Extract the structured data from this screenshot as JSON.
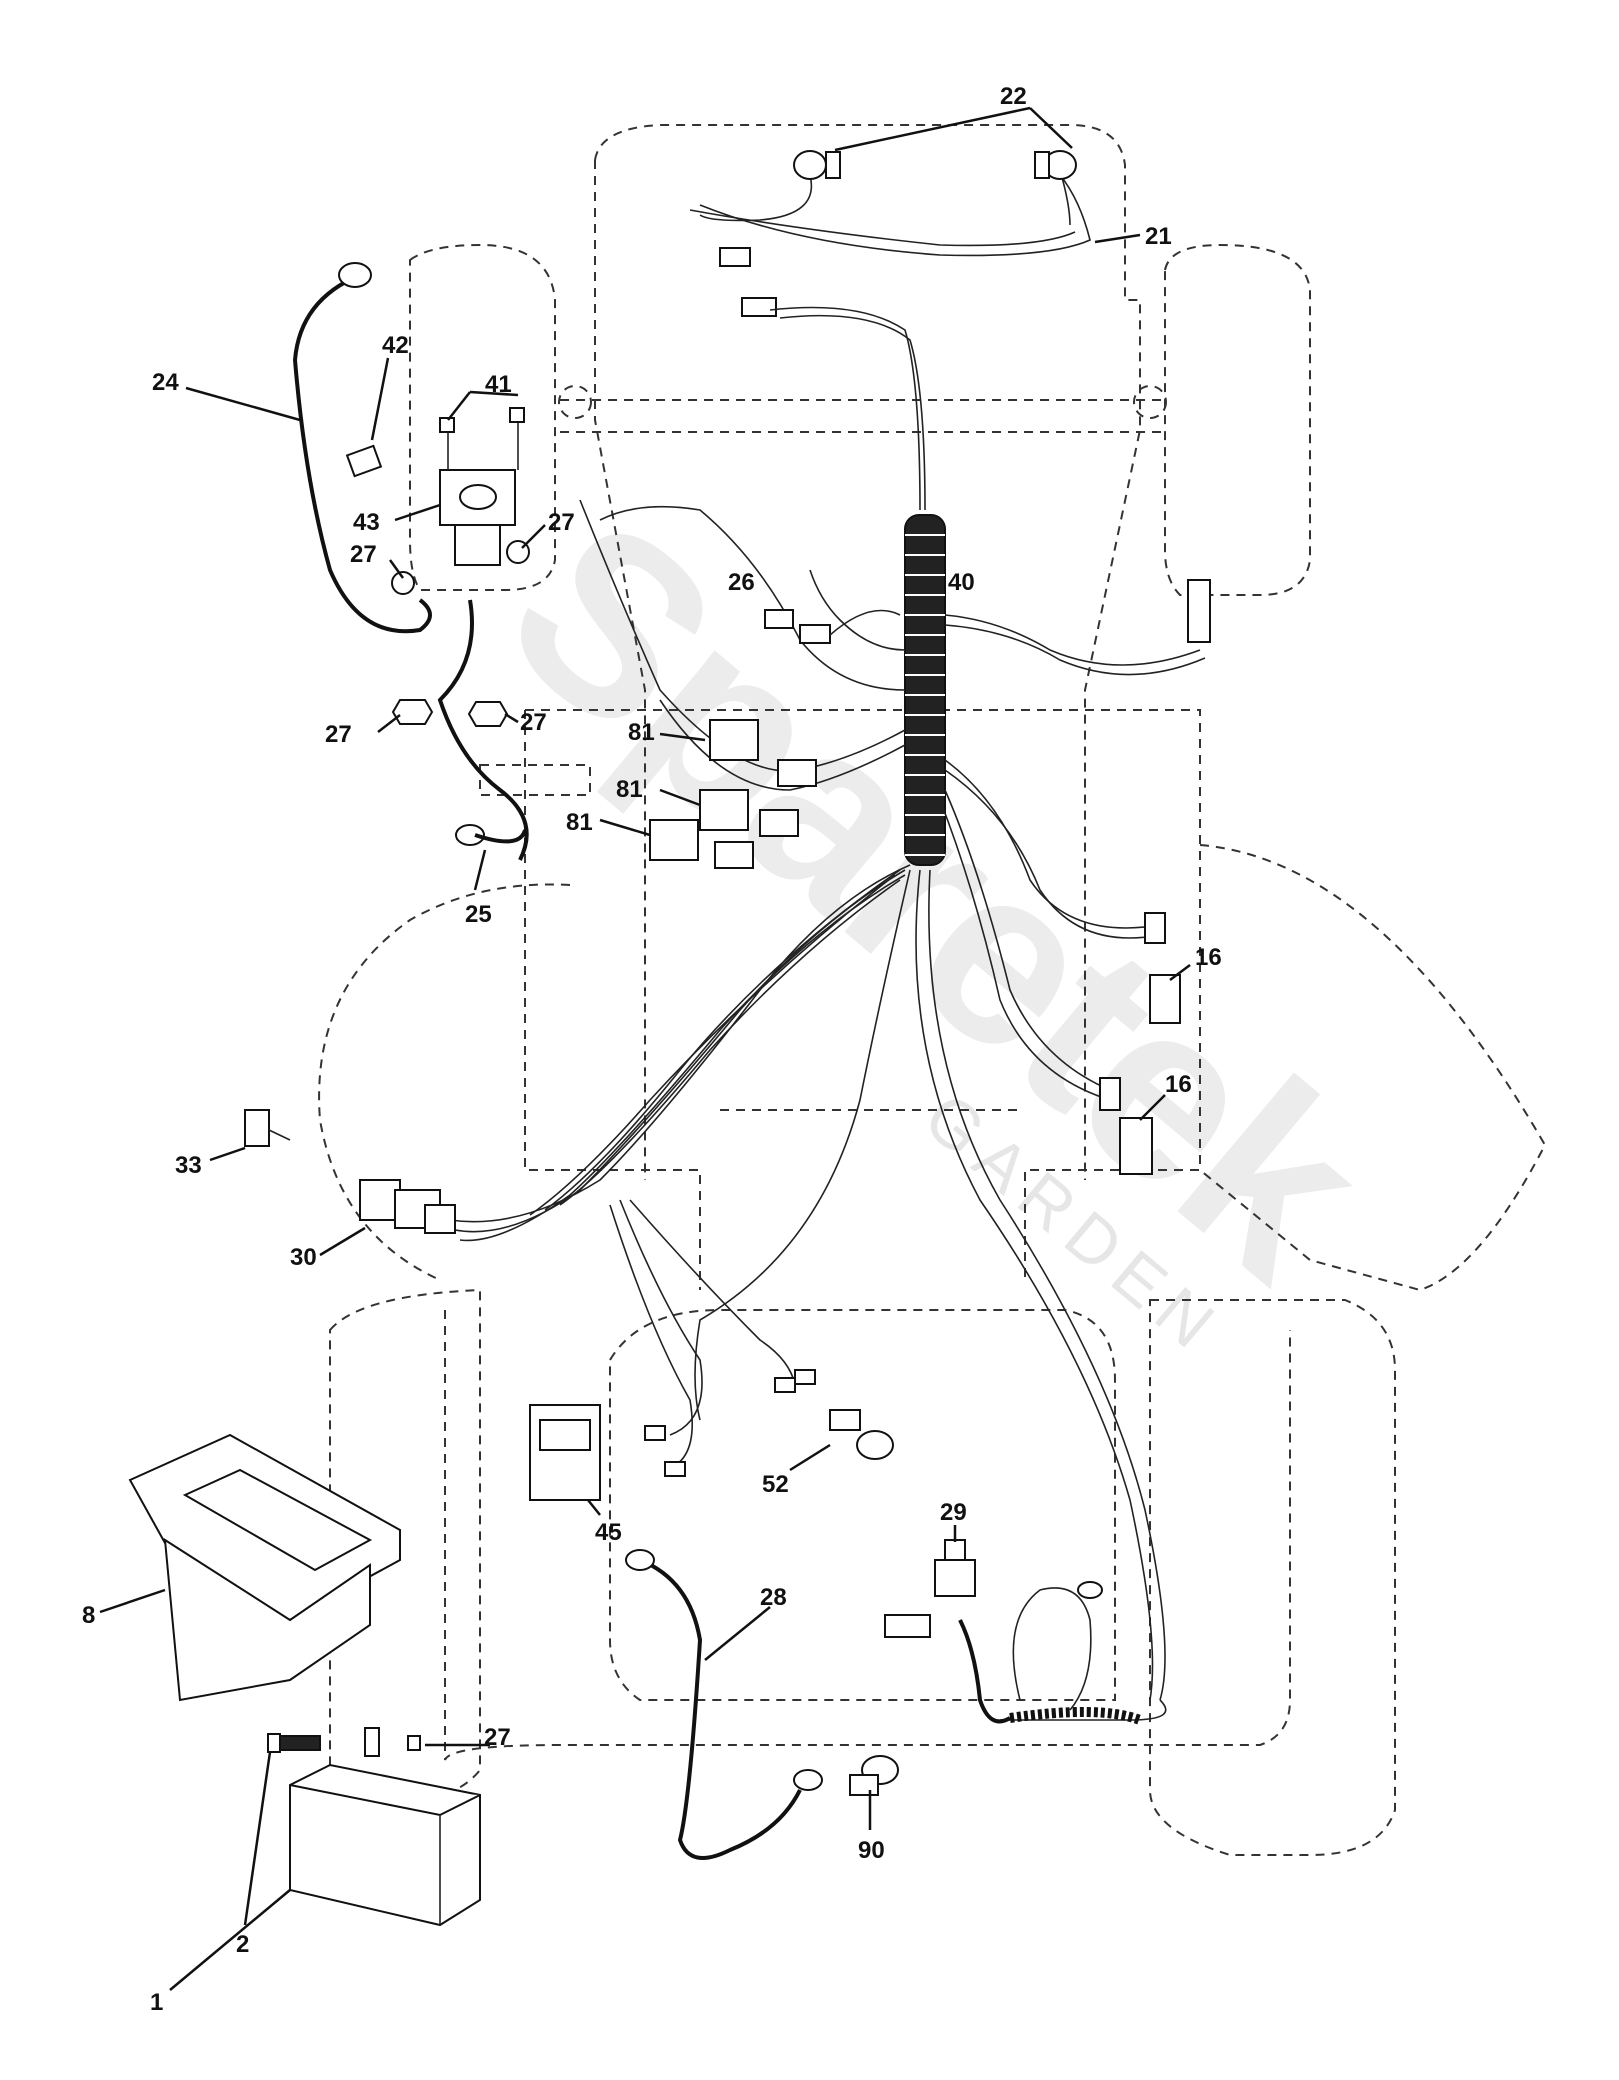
{
  "watermark": {
    "brand": "Sparetek",
    "sub": "GARDEN"
  },
  "callouts": [
    {
      "id": "22",
      "text": "22"
    },
    {
      "id": "21",
      "text": "21"
    },
    {
      "id": "24",
      "text": "24"
    },
    {
      "id": "42",
      "text": "42"
    },
    {
      "id": "41",
      "text": "41"
    },
    {
      "id": "43",
      "text": "43"
    },
    {
      "id": "27a",
      "text": "27"
    },
    {
      "id": "27b",
      "text": "27"
    },
    {
      "id": "27c",
      "text": "27"
    },
    {
      "id": "27d",
      "text": "27"
    },
    {
      "id": "26",
      "text": "26"
    },
    {
      "id": "40",
      "text": "40"
    },
    {
      "id": "81a",
      "text": "81"
    },
    {
      "id": "81b",
      "text": "81"
    },
    {
      "id": "81c",
      "text": "81"
    },
    {
      "id": "25",
      "text": "25"
    },
    {
      "id": "16a",
      "text": "16"
    },
    {
      "id": "16b",
      "text": "16"
    },
    {
      "id": "33",
      "text": "33"
    },
    {
      "id": "30",
      "text": "30"
    },
    {
      "id": "45",
      "text": "45"
    },
    {
      "id": "52",
      "text": "52"
    },
    {
      "id": "29",
      "text": "29"
    },
    {
      "id": "28",
      "text": "28"
    },
    {
      "id": "8",
      "text": "8"
    },
    {
      "id": "27e",
      "text": "27"
    },
    {
      "id": "2",
      "text": "2"
    },
    {
      "id": "1",
      "text": "1"
    },
    {
      "id": "90",
      "text": "90"
    }
  ]
}
